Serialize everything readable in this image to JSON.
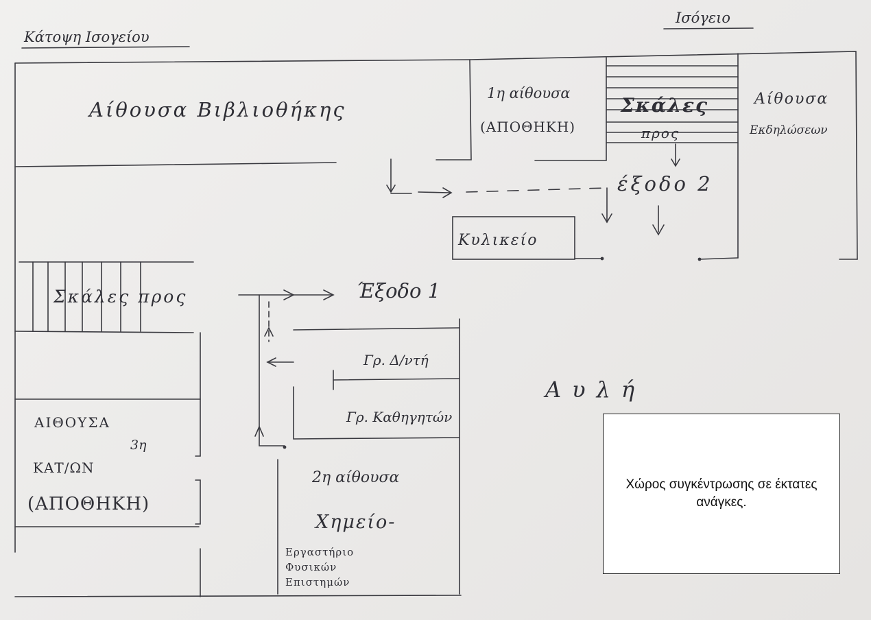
{
  "title_left": "Κάτοψη Ισογείου",
  "title_right": "Ισόγειο",
  "rooms": {
    "library": "Αίθουσα Βιβλιοθήκης",
    "room1_line1": "1η αίθουσα",
    "room1_line2": "(ΑΠΟΘΗΚΗ)",
    "stairs_right_line1": "Σκάλες",
    "stairs_right_line2": "προς",
    "exit2": "έξοδο 2",
    "events_line1": "Αίθουσα",
    "events_line2": "Εκδηλώσεων",
    "canteen": "Κυλικείο",
    "stairs_left": "Σκάλες προς",
    "exit1": "Έξοδο 1",
    "principal": "Γρ. Δ/ντή",
    "teachers": "Γρ. Καθηγητών",
    "room3_line1": "ΑΙΘΟΥΣΑ",
    "room3_num": "3η",
    "room3_line2": "ΚΑΤ/ΩΝ",
    "room3_line3": "(ΑΠΟΘΗΚΗ)",
    "room2_line1": "2η αίθουσα",
    "room2_line2": "Χημείο-",
    "room2_line3": "Εργαστήριο",
    "room2_line4": "Φυσικών",
    "room2_line5": "Επιστημών",
    "courtyard": "Αυλή"
  },
  "assembly_note": "Χώρος συγκέντρωσης σε έκτατες ανάγκες.",
  "colors": {
    "ink": "#3a3a40",
    "paper": "#eeedeb",
    "note_bg": "#ffffff"
  }
}
